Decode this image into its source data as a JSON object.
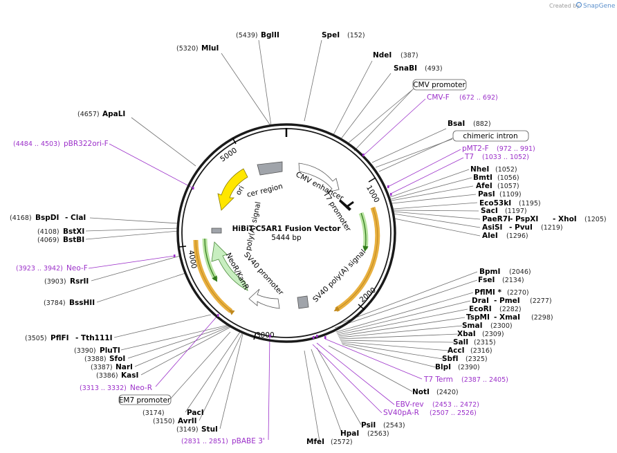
{
  "watermark": {
    "prefix": "Created by",
    "brand": "SnapGene"
  },
  "plasmid": {
    "name": "HiBiT-C5AR1 Fusion Vector",
    "size_label": "5444 bp",
    "length": 5444
  },
  "ticks": [
    "1000",
    "2000",
    "3000",
    "4000",
    "5000"
  ],
  "features": [
    "CMV enhancer",
    "T7 promoter",
    "poly(A) signal",
    "SV40 promoter",
    "SV40 poly(A) signal",
    "NeoR/KanR",
    "ori",
    "cer region"
  ],
  "boxed_features": [
    "CMV promoter",
    "chimeric intron",
    "EM7 promoter"
  ],
  "primers": [
    {
      "name": "CMV-F",
      "range": "(672 .. 692)"
    },
    {
      "name": "pMT2-F",
      "range": "(972 .. 991)"
    },
    {
      "name": "T7",
      "range": "(1033 .. 1052)"
    },
    {
      "name": "T7 Term",
      "range": "(2387 .. 2405)"
    },
    {
      "name": "EBV-rev",
      "range": "(2453 .. 2472)"
    },
    {
      "name": "SV40pA-R",
      "range": "(2507 .. 2526)"
    },
    {
      "name": "pBABE 3'",
      "range": "(2831 .. 2851)"
    },
    {
      "name": "Neo-R",
      "range": "(3313 .. 3332)"
    },
    {
      "name": "Neo-F",
      "range": "(3923 .. 3942)"
    },
    {
      "name": "pBR322ori-F",
      "range": "(4484 .. 4503)"
    }
  ],
  "sites": [
    {
      "name": "BglII",
      "pos": "(5439)"
    },
    {
      "name": "SpeI",
      "pos": "(152)"
    },
    {
      "name": "MluI",
      "pos": "(5320)"
    },
    {
      "name": "NdeI",
      "pos": "(387)"
    },
    {
      "name": "SnaBI",
      "pos": "(493)"
    },
    {
      "name": "ApaLI",
      "pos": "(4657)"
    },
    {
      "name": "BsaI",
      "pos": "(882)"
    },
    {
      "name": "NheI",
      "pos": "(1052)"
    },
    {
      "name": "BmtI",
      "pos": "(1056)"
    },
    {
      "name": "AfeI",
      "pos": "(1057)"
    },
    {
      "name": "PasI",
      "pos": "(1109)"
    },
    {
      "name": "Eco53kI",
      "pos": "(1195)"
    },
    {
      "name": "SacI",
      "pos": "(1197)"
    },
    {
      "name": "PaeR7I",
      "pos": ""
    },
    {
      "name": "- PspXI",
      "pos": ""
    },
    {
      "name": "- XhoI",
      "pos": "(1205)"
    },
    {
      "name": "AsiSI",
      "pos": ""
    },
    {
      "name": "- PvuI",
      "pos": "(1219)"
    },
    {
      "name": "AleI",
      "pos": "(1296)"
    },
    {
      "name": "BspDI",
      "pos": "(4168)"
    },
    {
      "name": "- ClaI",
      "pos": ""
    },
    {
      "name": "BstXI",
      "pos": "(4108)"
    },
    {
      "name": "BstBI",
      "pos": "(4069)"
    },
    {
      "name": "RsrII",
      "pos": "(3903)"
    },
    {
      "name": "BssHII",
      "pos": "(3784)"
    },
    {
      "name": "BpmI",
      "pos": "(2046)"
    },
    {
      "name": "FseI",
      "pos": "(2134)"
    },
    {
      "name": "PflMI *",
      "pos": "(2270)"
    },
    {
      "name": "DraI",
      "pos": ""
    },
    {
      "name": "- PmeI",
      "pos": "(2277)"
    },
    {
      "name": "EcoRI",
      "pos": "(2282)"
    },
    {
      "name": "TspMI",
      "pos": ""
    },
    {
      "name": "- XmaI",
      "pos": "(2298)"
    },
    {
      "name": "SmaI",
      "pos": "(2300)"
    },
    {
      "name": "XbaI",
      "pos": "(2309)"
    },
    {
      "name": "SalI",
      "pos": "(2315)"
    },
    {
      "name": "AccI",
      "pos": "(2316)"
    },
    {
      "name": "SbfI",
      "pos": "(2325)"
    },
    {
      "name": "BlpI",
      "pos": "(2390)"
    },
    {
      "name": "PflFI",
      "pos": "(3505)"
    },
    {
      "name": "- Tth111I",
      "pos": ""
    },
    {
      "name": "PluTI",
      "pos": "(3390)"
    },
    {
      "name": "SfoI",
      "pos": "(3388)"
    },
    {
      "name": "NarI",
      "pos": "(3387)"
    },
    {
      "name": "KasI",
      "pos": "(3386)"
    },
    {
      "name": "NotI",
      "pos": "(2420)"
    },
    {
      "name": "PsiI",
      "pos": "(2543)"
    },
    {
      "name": "HpaI",
      "pos": "(2563)"
    },
    {
      "name": "MfeI",
      "pos": "(2572)"
    },
    {
      "name": "PacI",
      "pos": "(3174)"
    },
    {
      "name": "AvrII",
      "pos": "(3150)"
    },
    {
      "name": "StuI",
      "pos": "(3149)"
    }
  ]
}
